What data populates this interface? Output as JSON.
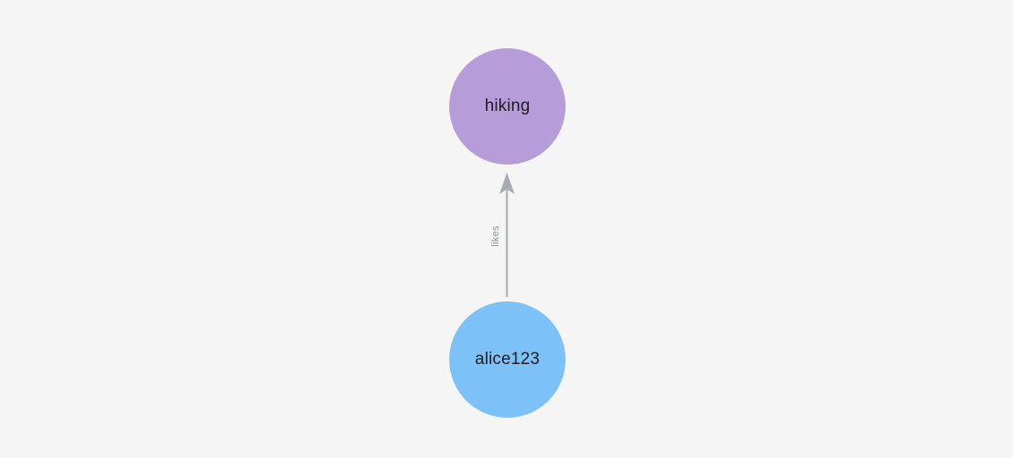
{
  "canvas": {
    "background_color": "#f5f5f6"
  },
  "graph": {
    "nodes": [
      {
        "id": "hiking",
        "label": "hiking",
        "color": "#b69cd8",
        "text_color": "#1d1d21"
      },
      {
        "id": "alice123",
        "label": "alice123",
        "color": "#7cc1f8",
        "text_color": "#1d1d21"
      }
    ],
    "edges": [
      {
        "from": "alice123",
        "to": "hiking",
        "label": "likes",
        "line_color": "#a6aab1",
        "label_color": "#8d9199",
        "direction": "up"
      }
    ]
  }
}
